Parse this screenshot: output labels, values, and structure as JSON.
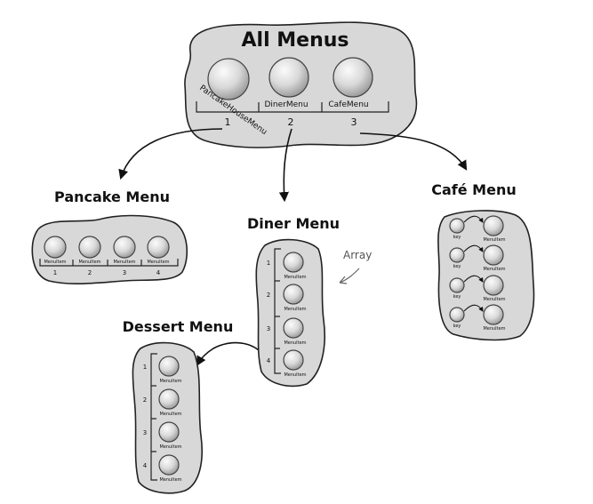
{
  "all_menus": {
    "title": "All Menus",
    "items": [
      {
        "label": "PancakeHouseMenu",
        "index": "1"
      },
      {
        "label": "DinerMenu",
        "index": "2"
      },
      {
        "label": "CafeMenu",
        "index": "3"
      }
    ]
  },
  "pancake_menu": {
    "title": "Pancake Menu",
    "item_label": "MenuItem",
    "indices": [
      "1",
      "2",
      "3",
      "4"
    ]
  },
  "diner_menu": {
    "title": "Diner Menu",
    "item_label": "MenuItem",
    "indices": [
      "1",
      "2",
      "3",
      "4"
    ],
    "note": "Array"
  },
  "cafe_menu": {
    "title": "Café Menu",
    "key_label": "key",
    "item_label": "MenuItem"
  },
  "dessert_menu": {
    "title": "Dessert Menu",
    "item_label": "MenuItem",
    "indices": [
      "1",
      "2",
      "3",
      "4"
    ]
  },
  "colors": {
    "blob_fill": "#d8d8d8",
    "ball_fill": "#e6e6e6",
    "outline": "#222222"
  }
}
